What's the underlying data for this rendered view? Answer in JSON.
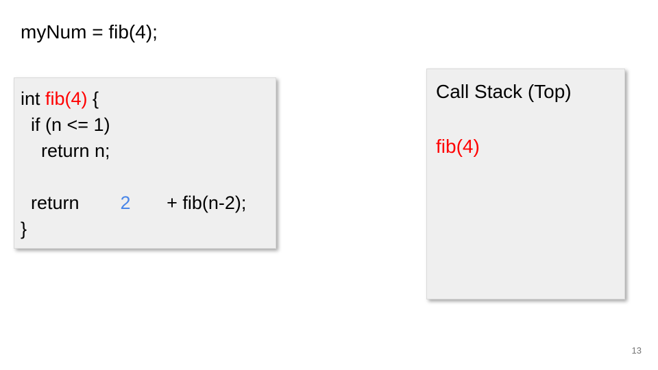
{
  "slide": {
    "title": "myNum = fib(4);",
    "page_number": "13"
  },
  "colors": {
    "highlight_red": "#ff0000",
    "value_blue": "#4a86e8",
    "box_background": "#efefef",
    "box_border": "#d9d9d9",
    "page_number_gray": "#757575"
  },
  "code_box": {
    "line1": [
      "int ",
      "fib(4)",
      " {"
    ],
    "line2": "  if (n <= 1)",
    "line3": "    return n;",
    "line4": " ",
    "line5": [
      "  return        ",
      "2",
      "       + fib(n-2);"
    ],
    "line6": "}"
  },
  "call_stack": {
    "title": "Call Stack (Top)",
    "frames": [
      {
        "label": "fib(4)"
      }
    ]
  }
}
